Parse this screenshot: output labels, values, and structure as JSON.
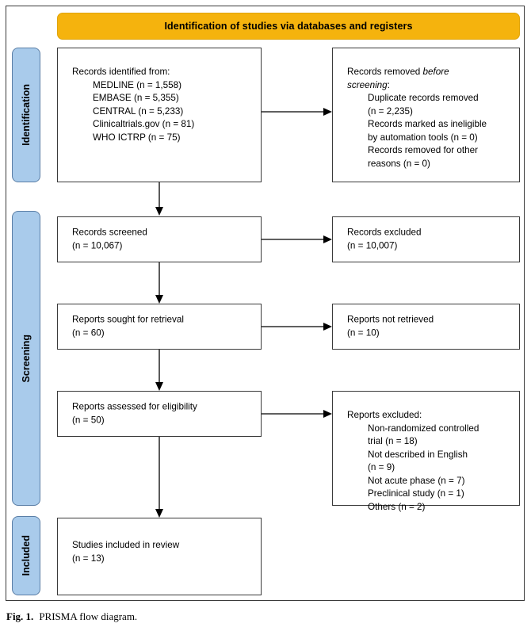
{
  "figure": {
    "caption_bold": "Fig. 1.",
    "caption_text": "PRISMA flow diagram."
  },
  "header": {
    "title": "Identification of studies via databases and registers",
    "banner_color": "#f5b30d"
  },
  "phases": {
    "sidebar_color": "#a9cbeb",
    "identification": "Identification",
    "screening": "Screening",
    "included": "Included"
  },
  "boxes": {
    "identified": {
      "title": "Records identified from:",
      "items": [
        "MEDLINE (n = 1,558)",
        "EMBASE (n = 5,355)",
        "CENTRAL (n = 5,233)",
        "Clinicaltrials.gov (n = 81)",
        "WHO ICTRP (n = 75)"
      ]
    },
    "removed": {
      "title_pre": "Records removed ",
      "title_italic_a": "before",
      "title_italic_b": "screening",
      "title_post": ":",
      "items": [
        "Duplicate records removed",
        "(n = 2,235)",
        "Records marked as ineligible",
        "by automation tools (n = 0)",
        "Records removed for other",
        "reasons (n = 0)"
      ]
    },
    "screened": {
      "line1": "Records screened",
      "line2": "(n = 10,067)"
    },
    "excluded_records": {
      "line1": "Records excluded",
      "line2": "(n = 10,007)"
    },
    "sought": {
      "line1": "Reports sought for retrieval",
      "line2": "(n = 60)"
    },
    "not_retrieved": {
      "line1": "Reports not retrieved",
      "line2": "(n = 10)"
    },
    "assessed": {
      "line1": "Reports assessed for eligibility",
      "line2": "(n = 50)"
    },
    "excluded_reports": {
      "title": "Reports excluded:",
      "items": [
        "Non-randomized controlled",
        "trial (n = 18)",
        "Not described in English",
        "(n = 9)",
        "Not acute phase (n = 7)",
        "Preclinical study (n = 1)",
        "Others (n = 2)"
      ]
    },
    "included": {
      "line1": "Studies included in review",
      "line2": "(n = 13)"
    }
  }
}
